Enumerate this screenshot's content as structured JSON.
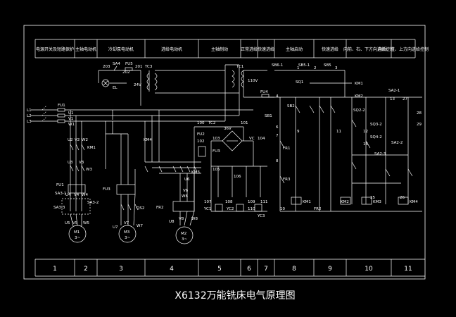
{
  "title": "X6132万能铣床电气原理图",
  "header": [
    "电源开关及短路保护",
    "主轴电动机",
    "冷却泵电动机",
    "进给电动机",
    "主轴制动",
    "正常进给",
    "快速进给",
    "主轴启动",
    "快速进给",
    "向前、右、下方向进给控制",
    "向后、左、上方向进给控制"
  ],
  "columns": [
    "1",
    "2",
    "3",
    "4",
    "5",
    "6",
    "7",
    "8",
    "9",
    "10",
    "11"
  ],
  "labels": {
    "l1": "L1",
    "l2": "L2",
    "l3": "L3",
    "fu1": "FU1",
    "u1": "U1",
    "v1": "V1",
    "w1": "W1",
    "u2": "U2",
    "v2": "V2",
    "w2": "W2",
    "km1": "KM1",
    "u3": "U3",
    "v3": "V3",
    "w3": "W3",
    "fu1b": "FU1",
    "sa3_1": "SA3-1",
    "sa3_2": "SA3-2",
    "sa3_3": "SA3-3",
    "u4": "U4",
    "v4": "V4",
    "w4": "W4",
    "u5": "U5",
    "v5": "V5",
    "w5": "W5",
    "m1": "M1",
    "m1t": "3~",
    "fu3": "FU3",
    "qs2": "QS2",
    "u7": "U7",
    "v7": "V7",
    "w7": "W7",
    "m3": "M3",
    "m3t": "3~",
    "km4": "KM4",
    "km3": "KM3",
    "u6": "U6",
    "v6": "V6",
    "w6": "W6",
    "fr2": "FR2",
    "u8": "U8",
    "v8": "V8",
    "w8": "W8",
    "m2": "M2",
    "m2t": "3~",
    "n203": "203",
    "sa4": "SA4",
    "fu5": "FU5",
    "n201": "201",
    "tc3": "TC3",
    "n202": "202",
    "el": "EL",
    "v24": "24V",
    "tc1": "TC1",
    "n110": "110V",
    "fu4": "FU4",
    "n100": "100",
    "tc2": "TC2",
    "n101": "101",
    "v36": "36V",
    "fu2": "FU2",
    "n102": "102",
    "n103": "103",
    "vc": "VC",
    "n104": "104",
    "fu3b": "FU3",
    "n105": "105",
    "n106": "106",
    "n107": "107",
    "yc1": "YC1",
    "n108": "108",
    "yc2": "YC2",
    "n109": "109",
    "n110b": "110",
    "n111": "111",
    "yc3": "YC3",
    "sb6_1": "SB6-1",
    "sb5_1": "SB5-1",
    "sb5": "SB5",
    "sb1": "SB1",
    "sb2": "SB2",
    "sq1": "SQ1",
    "km1a": "KM1",
    "km2a": "KM2",
    "sa2_1": "SA2-1",
    "fr1": "FR1",
    "fr3": "FR3",
    "fr2b": "FR2",
    "km1c": "KM1",
    "km2c": "KM2",
    "km3c": "KM3",
    "km4c": "KM4",
    "sq3_2": "SQ3-2",
    "sq4_2": "SQ4-2",
    "sq2_2": "SQ2-2",
    "sa2_2": "SA2-2",
    "sa2_3": "SA2-3",
    "n27": "27",
    "n13": "13",
    "n1": "1",
    "n2": "2",
    "n3": "3",
    "n4": "4",
    "n6": "6",
    "n7": "7",
    "n8": "8",
    "n9": "9",
    "n10": "10",
    "n11": "11",
    "n12": "12",
    "n16": "16",
    "n25": "25",
    "n26": "26",
    "n28": "28",
    "n29": "29"
  }
}
